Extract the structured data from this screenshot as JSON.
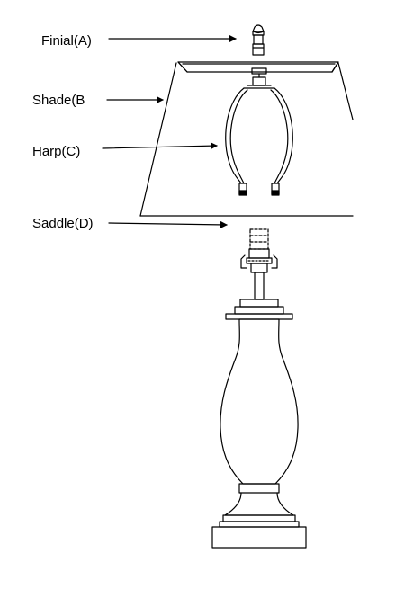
{
  "labels": {
    "finial": "Finial(A)",
    "shade": "Shade(B",
    "harp": "Harp(C)",
    "saddle": "Saddle(D)"
  },
  "colors": {
    "line": "#000000",
    "background": "#ffffff"
  }
}
